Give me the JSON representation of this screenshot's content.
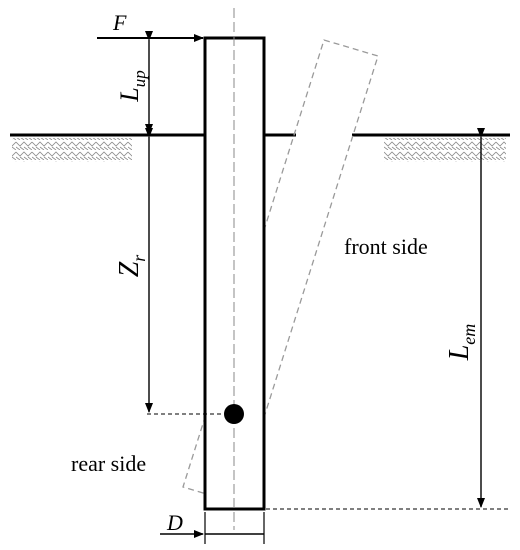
{
  "labels": {
    "force": "F",
    "upper_length_main": "L",
    "upper_length_sub": "up",
    "rotation_depth_main": "Z",
    "rotation_depth_sub": "r",
    "embedded_length_main": "L",
    "embedded_length_sub": "em",
    "diameter": "D",
    "front_side": "front side",
    "rear_side": "rear side"
  }
}
